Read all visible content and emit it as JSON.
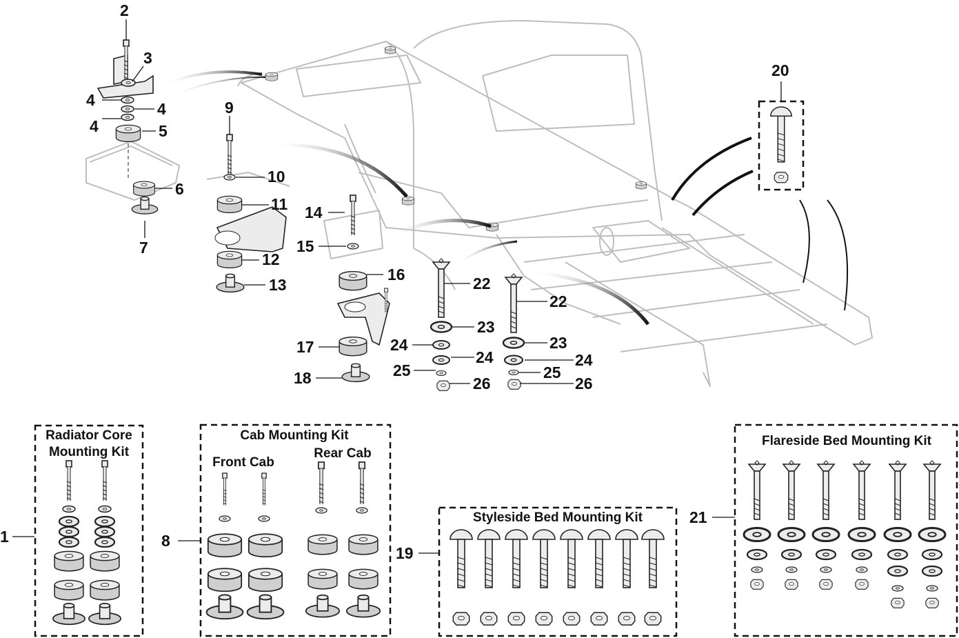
{
  "callouts": {
    "c1": "1",
    "c2": "2",
    "c3": "3",
    "c4a": "4",
    "c4b": "4",
    "c4c": "4",
    "c5": "5",
    "c6": "6",
    "c7": "7",
    "c8": "8",
    "c9": "9",
    "c10": "10",
    "c11": "11",
    "c12": "12",
    "c13": "13",
    "c14": "14",
    "c15": "15",
    "c16": "16",
    "c17": "17",
    "c18": "18",
    "c19": "19",
    "c20": "20",
    "c21": "21",
    "c22a": "22",
    "c22b": "22",
    "c23a": "23",
    "c23b": "23",
    "c24a": "24",
    "c24b": "24",
    "c24c": "24",
    "c25a": "25",
    "c25b": "25",
    "c26a": "26",
    "c26b": "26"
  },
  "kits": {
    "radiator": {
      "line1": "Radiator Core",
      "line2": "Mounting Kit"
    },
    "cab": {
      "title": "Cab Mounting Kit",
      "front": "Front Cab",
      "rear": "Rear Cab"
    },
    "styleside": {
      "title": "Styleside Bed Mounting Kit"
    },
    "flareside": {
      "title": "Flareside Bed Mounting Kit"
    }
  }
}
